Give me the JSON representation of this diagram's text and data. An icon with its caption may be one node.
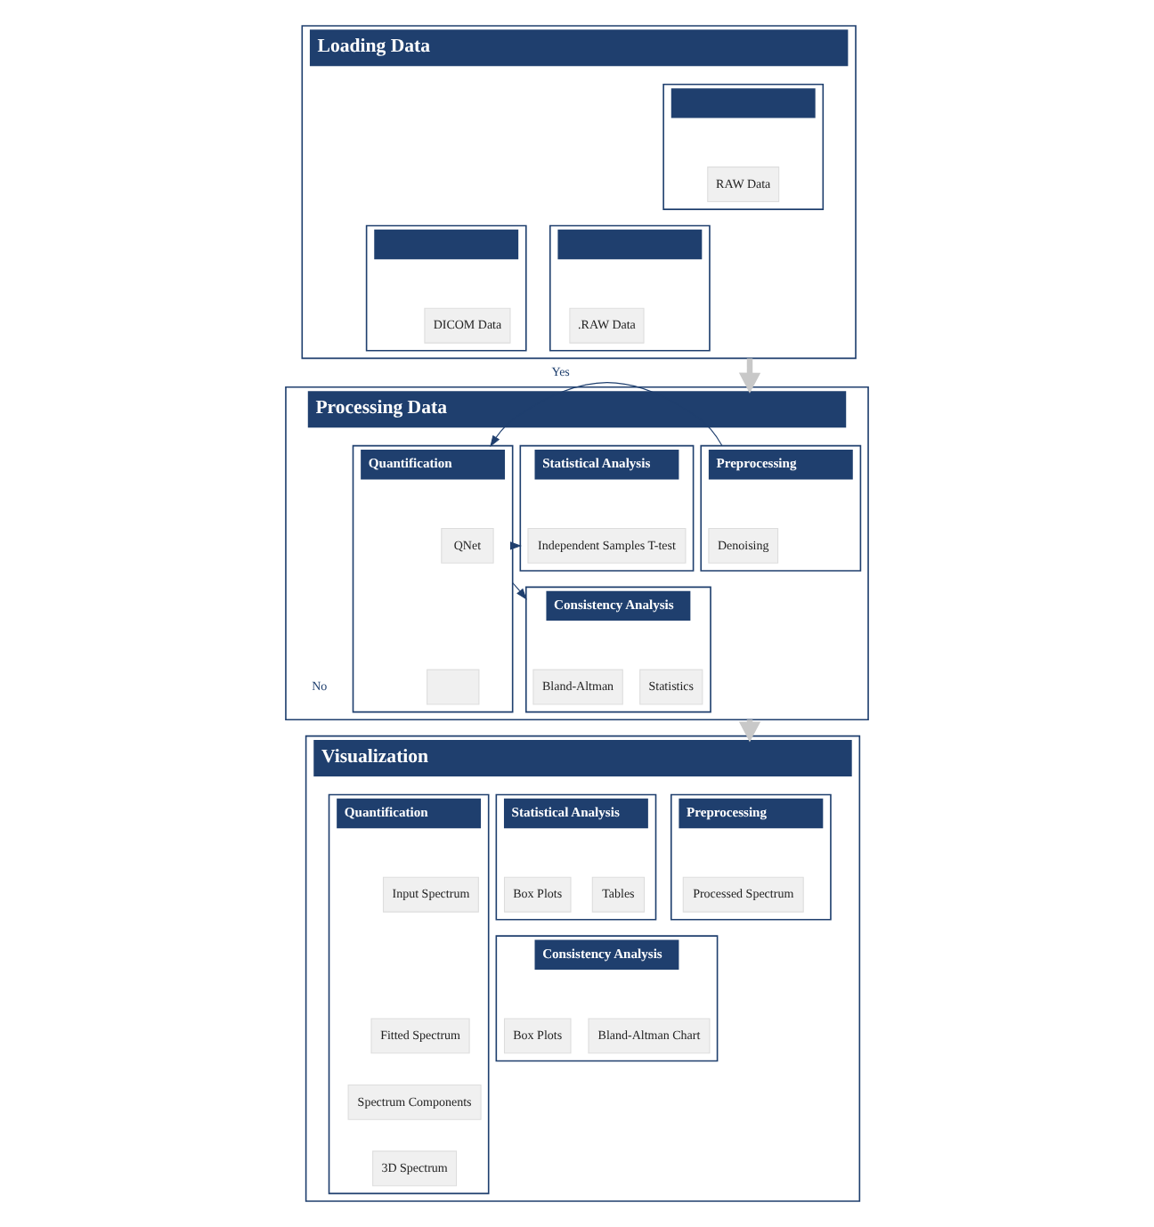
{
  "diagram": {
    "nodes": [
      {
        "text": [
          "Loading Data"
        ]
      },
      {
        "text": [],
        "shape": "box",
        "in": 0
      },
      {
        "text": [
          "RAW Data"
        ],
        "in": 1
      },
      {
        "text": [],
        "shape": "box",
        "in": 0
      },
      {
        "text": [
          "DICOM Data"
        ],
        "in": 3
      },
      {
        "text": [],
        "shape": "box",
        "in": 0
      },
      {
        "text": [
          ".RAW Data"
        ],
        "in": 5
      },
      {
        "text": [
          "Processing Data"
        ]
      },
      {
        "text": [
          "Preprocessing"
        ],
        "in": 7
      },
      {
        "text": [
          "Denoising"
        ],
        "in": 8
      },
      {
        "text": [
          "Quantification"
        ],
        "in": 7
      },
      {
        "text": [
          "QNet"
        ],
        "in": 10
      },
      {
        "text": [],
        "shape": "box",
        "in": 10
      },
      {
        "text": [
          "Statistical Analysis"
        ],
        "in": 7
      },
      {
        "text": [
          "Independent Samples T-test"
        ],
        "in": 13
      },
      {
        "text": [
          "Consistency Analysis"
        ],
        "in": 7
      },
      {
        "text": [
          "Bland-Altman"
        ],
        "in": 15
      },
      {
        "text": [
          "Statistics"
        ],
        "in": 15
      },
      {
        "text": [
          "Visualization"
        ]
      },
      {
        "text": [
          "Preprocessing"
        ],
        "in": 18
      },
      {
        "text": [
          "Processed Spectrum"
        ],
        "in": 19
      },
      {
        "text": [
          "Quantification"
        ],
        "in": 18
      },
      {
        "text": [
          "Input Spectrum"
        ],
        "in": 21
      },
      {
        "text": [
          "Fitted Spectrum"
        ],
        "in": 21
      },
      {
        "text": [
          "Spectrum Components"
        ],
        "in": 21
      },
      {
        "text": [
          "3D Spectrum"
        ],
        "in": 21
      },
      {
        "text": [
          "Statistical Analysis"
        ],
        "in": 18
      },
      {
        "text": [
          "Tables"
        ],
        "in": 26
      },
      {
        "text": [
          "Box Plots"
        ],
        "in": 26
      },
      {
        "text": [
          "Consistency Analysis"
        ],
        "in": 18
      },
      {
        "text": [
          "Bland-Altman Chart"
        ],
        "in": 29
      },
      {
        "text": [
          "Box Plots"
        ],
        "in": 29
      }
    ],
    "edges": [
      {
        "from": 0,
        "to": 7,
        "arrow": "to",
        "style": "thick",
        "color": "#c8c8c8"
      },
      {
        "from": 8,
        "to": 10,
        "arrow": "to",
        "label": "Yes"
      },
      {
        "from": 10,
        "to": 13,
        "arrow": "to"
      },
      {
        "from": 10,
        "to": 15,
        "arrow": "to"
      },
      {
        "from": 7,
        "to": 18,
        "arrow": "to",
        "style": "thick",
        "color": "#c8c8c8"
      }
    ],
    "labels": [
      "No"
    ]
  }
}
